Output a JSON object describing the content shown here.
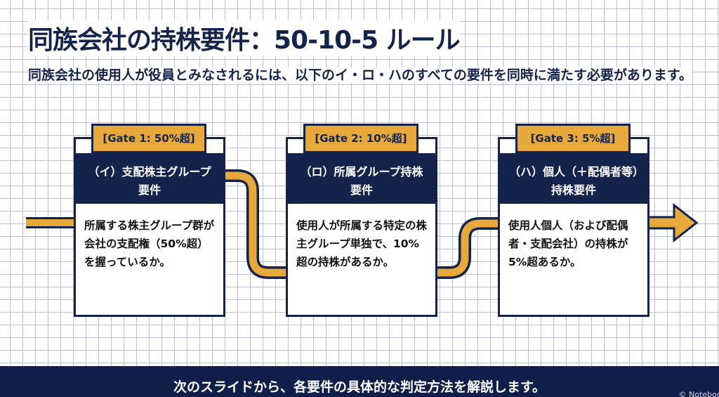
{
  "title": "同族会社の持株要件：50-10-5 ルール",
  "subtitle": "同族会社の使用人が役員とみなされるには、以下のイ・ロ・ハのすべての要件を同時に満たす必要があります。",
  "gates": [
    {
      "tab": "[Gate 1: 50%超]",
      "heading": "（イ）支配株主グループ要件",
      "body": "所属する株主グループ群が会社の支配権（50%超）を握っているか。"
    },
    {
      "tab": "[Gate 2: 10%超]",
      "heading": "（ロ）所属グループ持株要件",
      "body": "使用人が所属する特定の株主グループ単独で、10%超の持株があるか。"
    },
    {
      "tab": "[Gate 3: 5%超]",
      "heading": "（ハ）個人（＋配偶者等）持株要件",
      "body": "使用人個人（および配偶者・支配会社）の持株が5%超あるか。"
    }
  ],
  "footer": "次のスライドから、各要件の具体的な判定方法を解説します。",
  "credit": "© Notebook",
  "colors": {
    "navy": "#14234b",
    "orange": "#e8a93c"
  }
}
